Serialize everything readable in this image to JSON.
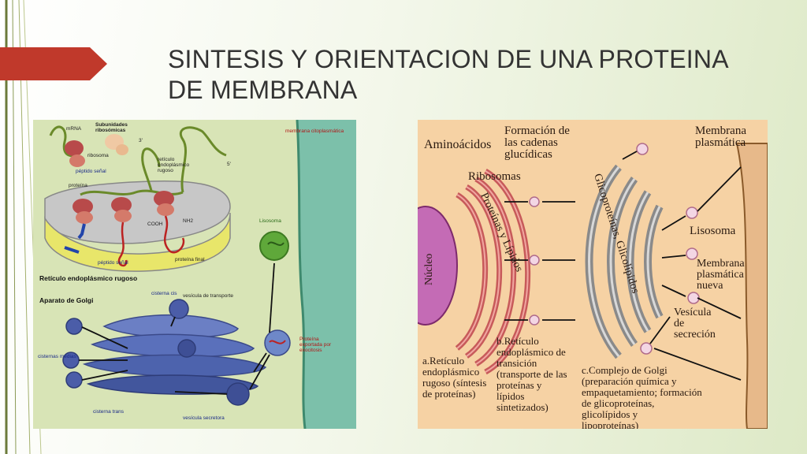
{
  "slide": {
    "title_line1": "SINTESIS Y ORIENTACION DE UNA PROTEINA",
    "title_line2": "DE MEMBRANA",
    "colors": {
      "accent_arrow": "#c0392b",
      "title_text": "#333333",
      "decor_lines": "#6b7a3a"
    }
  },
  "left_figure": {
    "labels": {
      "mrna": "mRNA",
      "subunidades": "Subunidades ribosómicas",
      "membrana_citoplasmatica": "membrana citoplasmática",
      "ribosoma": "ribosoma",
      "peptido_senal_top": "péptido señal",
      "reticulo": "retículo endoplásmico rugoso",
      "proteina": "proteína",
      "three_prime": "3'",
      "five_prime": "5'",
      "cooh": "COOH",
      "nh2": "NH2",
      "lisosoma": "Lisosoma",
      "peptido_senal_bottom": "péptido señal",
      "proteina_final": "proteína final",
      "reticulo_heading": "Retículo endoplásmico rugoso",
      "golgi_heading": "Aparato de Golgi",
      "cisterna_cis": "cisterna cis",
      "vesicula_transporte": "vesícula de transporte",
      "proteina_exportada": "Proteína exportada por exocitosis",
      "cisternas_medias": "cisternas medias",
      "cisterna_trans": "cisterna trans",
      "vesicula_secretora": "vesícula secretora"
    }
  },
  "right_figure": {
    "labels": {
      "aminoacidos": "Aminoácidos",
      "formacion": "Formación de las cadenas glucídicas",
      "membrana_plasmatica": "Membrana plasmática",
      "ribosomas": "Ribosomas",
      "proteinas_lipidos": "Proteínas y Lípidos",
      "glicoproteinas": "Glicoproteínas, Glicolípidos",
      "nucleo": "Núcleo",
      "lisosoma": "Lisosoma",
      "membrana_nueva": "Membrana plasmática nueva",
      "vesicula_secrecion": "Vesícula de secreción",
      "reticulo_transicion": "b.Retículo endoplásmico de transición (transporte de las proteínas y lípidos sintetizados)",
      "reticulo_rugoso": "a.Retículo endoplásmico rugoso (síntesis de proteínas)",
      "golgi": "c.Complejo de Golgi (preparación química y empaquetamiento; formación de glicoproteínas, glicolípidos y lipoproteínas)"
    }
  }
}
